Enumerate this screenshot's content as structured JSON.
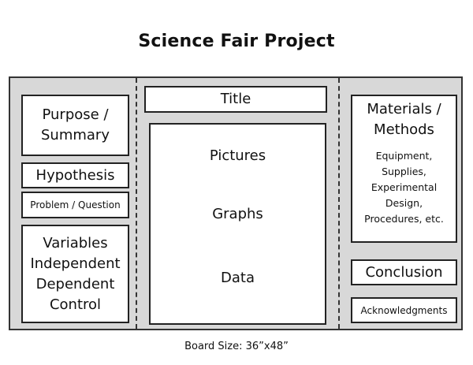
{
  "heading": "Science Fair Project",
  "left": {
    "purpose": [
      "Purpose /",
      "Summary"
    ],
    "hypothesis": "Hypothesis",
    "problem": "Problem / Question",
    "variables": [
      "Variables",
      "Independent",
      "Dependent",
      "Control"
    ]
  },
  "center": {
    "title": "Title",
    "items": [
      "Pictures",
      "Graphs",
      "Data"
    ]
  },
  "right": {
    "materials_heading": [
      "Materials /",
      "Methods"
    ],
    "materials_detail": [
      "Equipment,",
      "Supplies,",
      "Experimental",
      "Design,",
      "Procedures, etc."
    ],
    "conclusion": "Conclusion",
    "acknowledgments": "Acknowledgments"
  },
  "board_size": "Board Size: 36”x48”"
}
